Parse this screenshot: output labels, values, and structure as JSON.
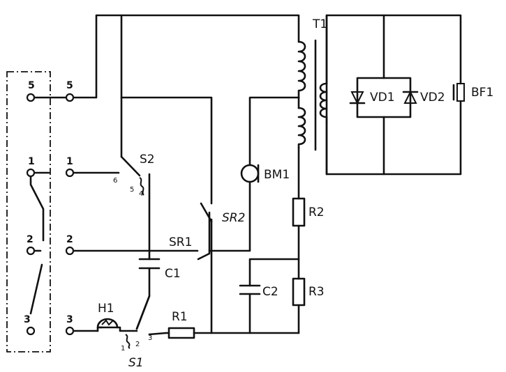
{
  "connector": {
    "left_pins": [
      "5",
      "1",
      "2",
      "3"
    ],
    "right_pins": [
      "5",
      "1",
      "2",
      "3"
    ]
  },
  "components": {
    "transformer": "T1",
    "diode1": "VD1",
    "diode2": "VD2",
    "buzzer": "BF1",
    "microphone": "BM1",
    "switch2": "S2",
    "switch_contacts_s2": [
      "6",
      "5",
      "4"
    ],
    "reed1": "SR1",
    "reed2": "SR2",
    "cap1": "C1",
    "cap2": "C2",
    "res1": "R1",
    "res2": "R2",
    "res3": "R3",
    "lamp": "H1",
    "switch1": "S1",
    "switch_contacts_s1": [
      "1",
      "2",
      "3"
    ]
  }
}
